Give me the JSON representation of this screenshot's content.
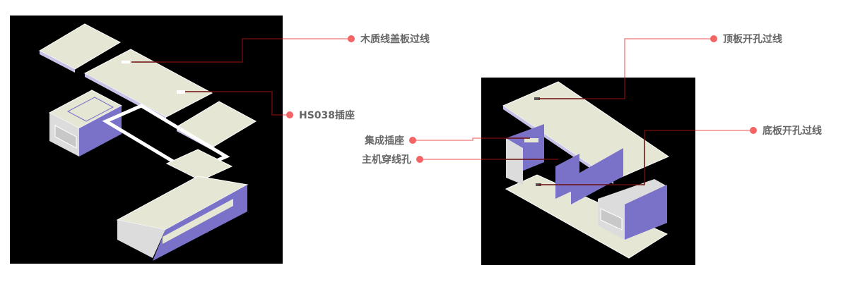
{
  "colors": {
    "panel": "#000000",
    "board": "#e6e6d4",
    "side": "#7a72c8",
    "callout_dot": "#f46464",
    "callout_line_outside": "#f48a8a",
    "callout_line_inside": "#6a0c0c",
    "label_text": "#666666"
  },
  "left_diagram": {
    "callouts": [
      {
        "label": "木质线盖板过线"
      },
      {
        "label": "HS038插座"
      }
    ]
  },
  "right_diagram": {
    "callouts": [
      {
        "label": "顶板开孔过线"
      },
      {
        "label": "集成插座"
      },
      {
        "label": "主机穿线孔"
      },
      {
        "label": "底板开孔过线"
      }
    ]
  }
}
